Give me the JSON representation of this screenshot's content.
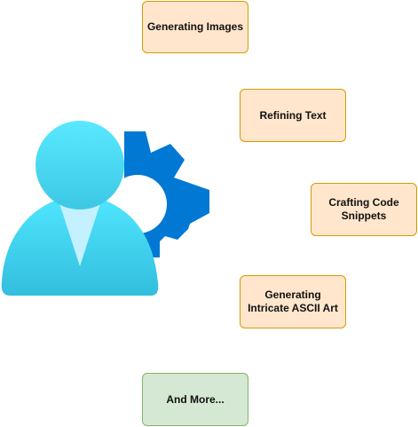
{
  "icons": {
    "user": "user-icon",
    "gear": "gear-icon"
  },
  "colors": {
    "user_light": "#50e6ff",
    "user_dark": "#32bedd",
    "user_collar": "#c3f1ff",
    "gear": "#0078d4",
    "orange_fill": "#ffe6cc",
    "orange_stroke": "#d79b00",
    "green_fill": "#d5e8d4",
    "green_stroke": "#82b366"
  },
  "boxes": [
    {
      "label": "Generating Images"
    },
    {
      "label": "Refining Text"
    },
    {
      "label": "Crafting Code Snippets"
    },
    {
      "label": "Generating Intricate ASCII Art"
    },
    {
      "label": "And More..."
    }
  ]
}
